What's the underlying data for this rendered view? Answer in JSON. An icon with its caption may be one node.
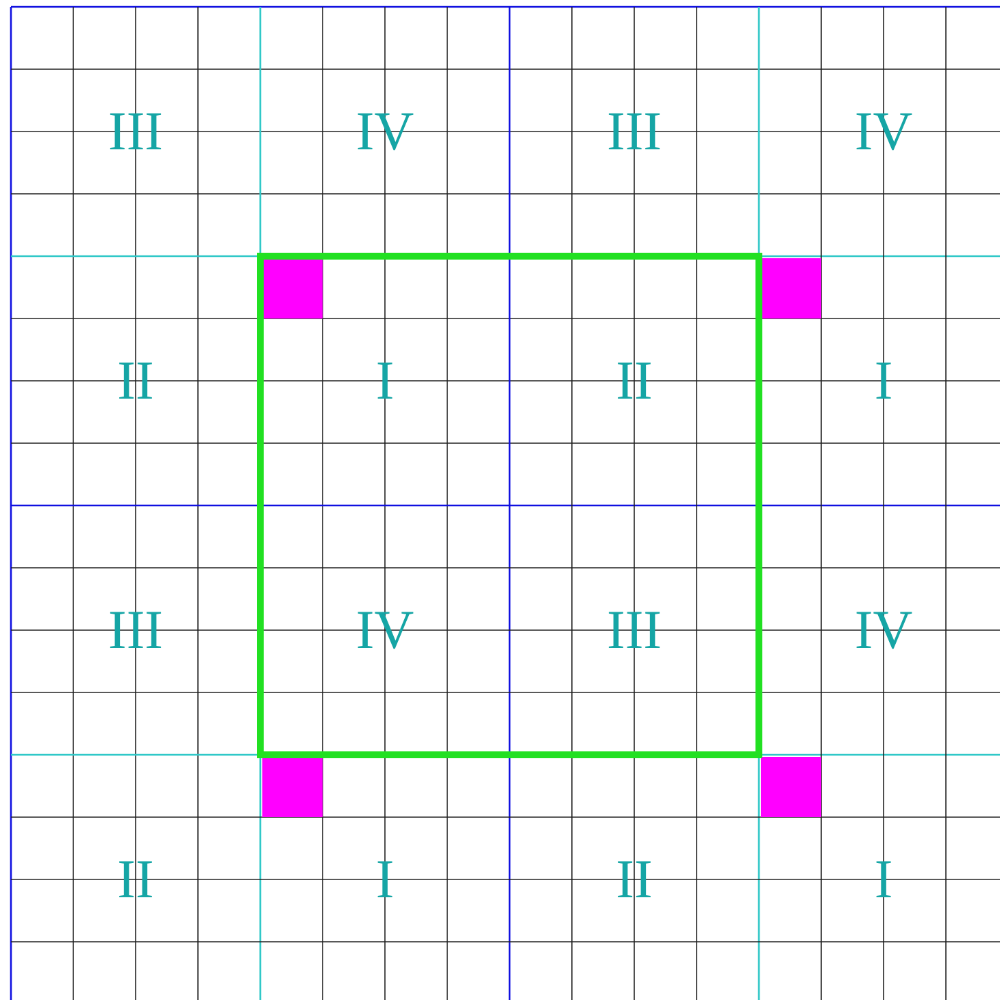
{
  "diagram": {
    "labels": [
      "III",
      "IV",
      "III",
      "IV",
      "II",
      "I",
      "II",
      "I",
      "III",
      "IV",
      "III",
      "IV",
      "II",
      "I",
      "II",
      "I"
    ]
  }
}
